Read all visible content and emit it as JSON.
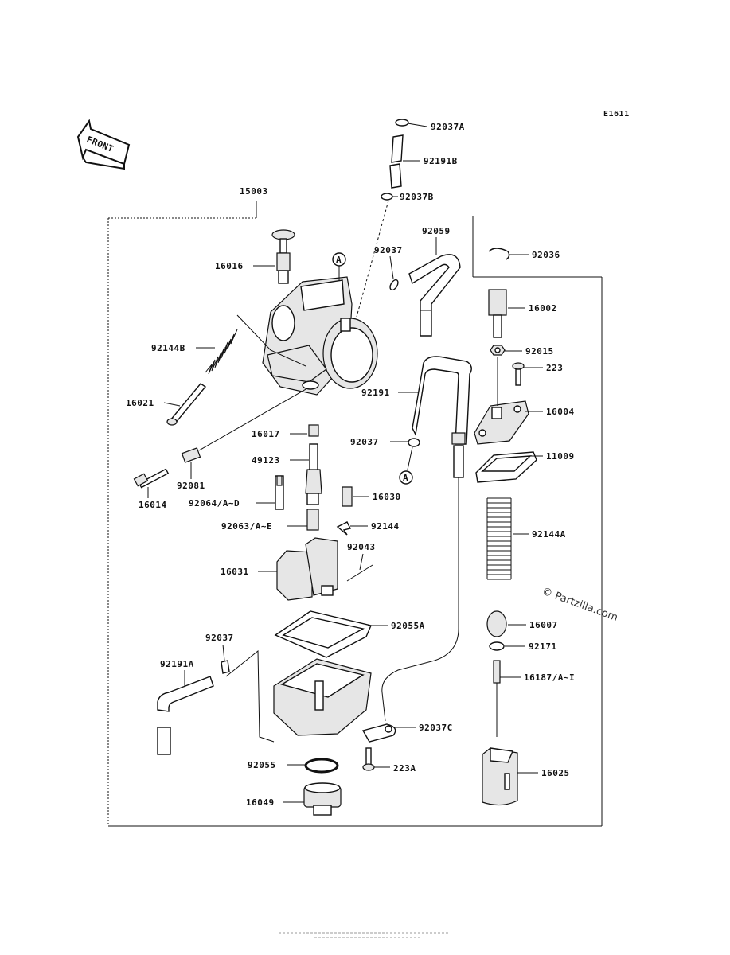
{
  "diagram_code": "E1611",
  "front_label": "FRONT",
  "watermark": "© Partzilla.com",
  "callouts": {
    "a_top": "A",
    "a_bottom": "A"
  },
  "labels": {
    "p92037A": "92037A",
    "p92191B": "92191B",
    "p92037B": "92037B",
    "p15003": "15003",
    "p92059": "92059",
    "p92037": "92037",
    "p92036": "92036",
    "p16016": "16016",
    "p16002": "16002",
    "p92144B": "92144B",
    "p92015": "92015",
    "p223": "223",
    "p92191": "92191",
    "p16021": "16021",
    "p16004": "16004",
    "p16017": "16017",
    "p92037_2": "92037",
    "p11009": "11009",
    "p49123": "49123",
    "p92081": "92081",
    "p16014": "16014",
    "p92064": "92064/A~D",
    "p16030": "16030",
    "p92063": "92063/A~E",
    "p92144": "92144",
    "p92144A": "92144A",
    "p92043": "92043",
    "p16031": "16031",
    "p16007": "16007",
    "p92055A": "92055A",
    "p92171": "92171",
    "p92037_3": "92037",
    "p92191A": "92191A",
    "p16187": "16187/A~I",
    "p92037C": "92037C",
    "p92055": "92055",
    "p223A": "223A",
    "p16025": "16025",
    "p16049": "16049"
  }
}
